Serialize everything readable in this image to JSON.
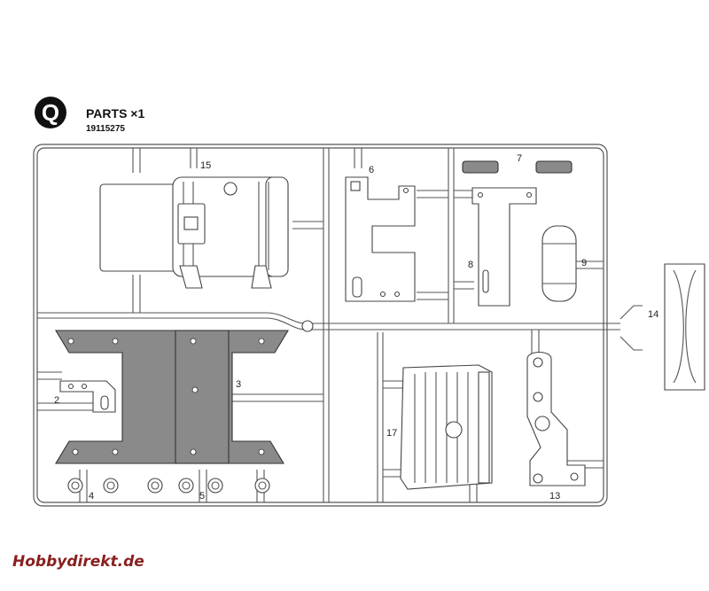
{
  "header": {
    "badge_letter": "Q",
    "title": "PARTS ×1",
    "part_number": "19115275"
  },
  "part_labels": {
    "p2": "2",
    "p3": "3",
    "p4": "4",
    "p5": "5",
    "p6": "6",
    "p7": "7",
    "p8": "8",
    "p9": "9",
    "p13": "13",
    "p14": "14",
    "p15": "15",
    "p17": "17"
  },
  "watermark": "Hobbydirekt.de",
  "colors": {
    "frame": "#555555",
    "dark_part": "#8a8a8a",
    "watermark": "#8a1f1f"
  }
}
